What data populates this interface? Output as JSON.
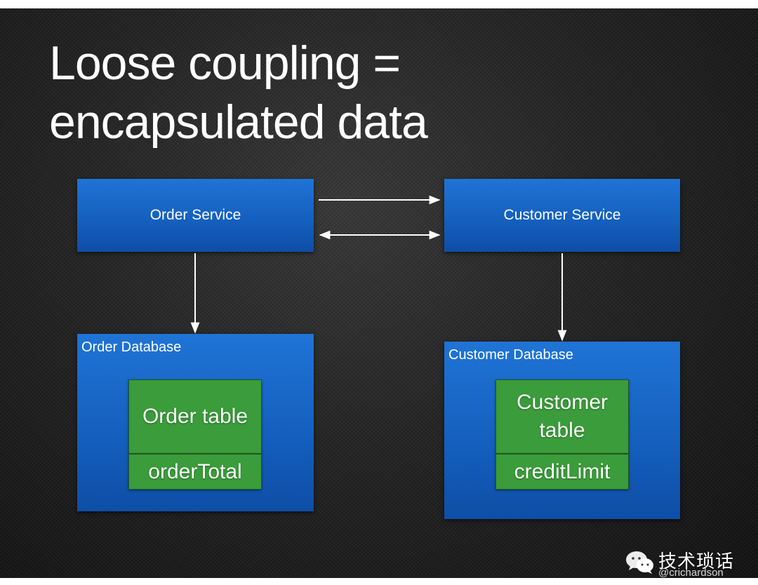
{
  "title": {
    "line1": "Loose coupling =",
    "line2": "encapsulated data"
  },
  "services": {
    "order": "Order Service",
    "customer": "Customer Service"
  },
  "databases": {
    "order": {
      "label": "Order Database",
      "table": "Order table",
      "column": "orderTotal"
    },
    "customer": {
      "label": "Customer Database",
      "table": "Customer table",
      "column": "creditLimit"
    }
  },
  "watermark": {
    "name": "技术琐话",
    "handle": "@crichardson",
    "icon": "wechat-icon"
  },
  "colors": {
    "service_blue": "#1560bf",
    "table_green": "#3a9c3a",
    "arrow": "#ffffff"
  }
}
